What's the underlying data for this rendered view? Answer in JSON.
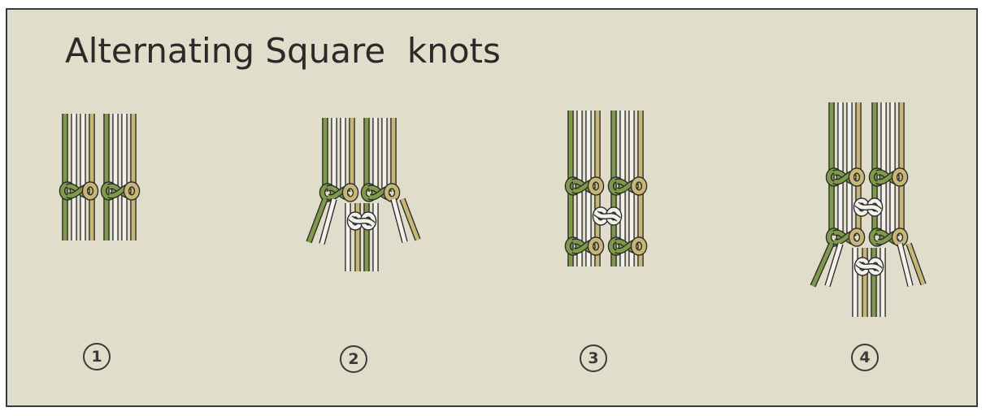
{
  "title": "Alternating Square  knots",
  "steps": [
    {
      "label": "1"
    },
    {
      "label": "2"
    },
    {
      "label": "3"
    },
    {
      "label": "4"
    }
  ],
  "colors": {
    "background": "#e0ddca",
    "border": "#3a3a3a",
    "cord_green": "#7f9a4b",
    "cord_tan": "#c8b677",
    "cord_white": "#f2f1ea",
    "outline": "#2a2a2a"
  }
}
